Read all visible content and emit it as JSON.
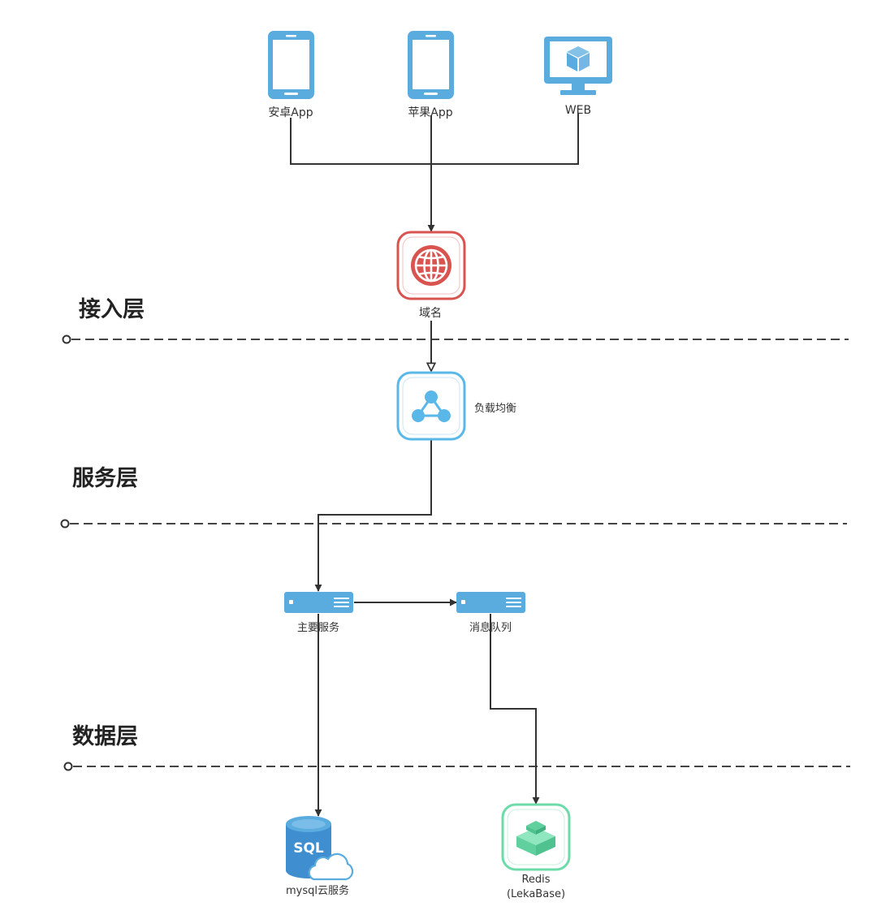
{
  "nodes": {
    "android_app": {
      "label": "安卓App",
      "icon": "phone-icon"
    },
    "ios_app": {
      "label": "苹果App",
      "icon": "phone-icon"
    },
    "web": {
      "label": "WEB",
      "icon": "monitor-icon"
    },
    "domain": {
      "label": "域名",
      "icon": "globe-icon"
    },
    "load_balancer": {
      "label": "负载均衡",
      "icon": "network-icon"
    },
    "main_service": {
      "label": "主要服务",
      "icon": "server-icon"
    },
    "message_queue": {
      "label": "消息队列",
      "icon": "server-icon"
    },
    "mysql": {
      "label": "mysql云服务",
      "badge": "SQL",
      "icon": "database-cloud-icon"
    },
    "redis": {
      "label_line1": "Redis",
      "label_line2": "(LekaBase)",
      "icon": "redis-icon"
    }
  },
  "layers": {
    "access": "接入层",
    "service": "服务层",
    "data": "数据层"
  },
  "edges": [
    {
      "from": "android_app",
      "to": "domain"
    },
    {
      "from": "ios_app",
      "to": "domain"
    },
    {
      "from": "web",
      "to": "domain"
    },
    {
      "from": "domain",
      "to": "load_balancer"
    },
    {
      "from": "load_balancer",
      "to": "main_service"
    },
    {
      "from": "main_service",
      "to": "message_queue"
    },
    {
      "from": "main_service",
      "to": "mysql"
    },
    {
      "from": "message_queue",
      "to": "redis"
    }
  ],
  "colors": {
    "client_blue": "#5aacdf",
    "domain_red": "#d9534f",
    "lb_blue": "#5ab8e8",
    "server_blue": "#5aacdf",
    "redis_green": "#6ddba8",
    "edge": "#333333"
  }
}
